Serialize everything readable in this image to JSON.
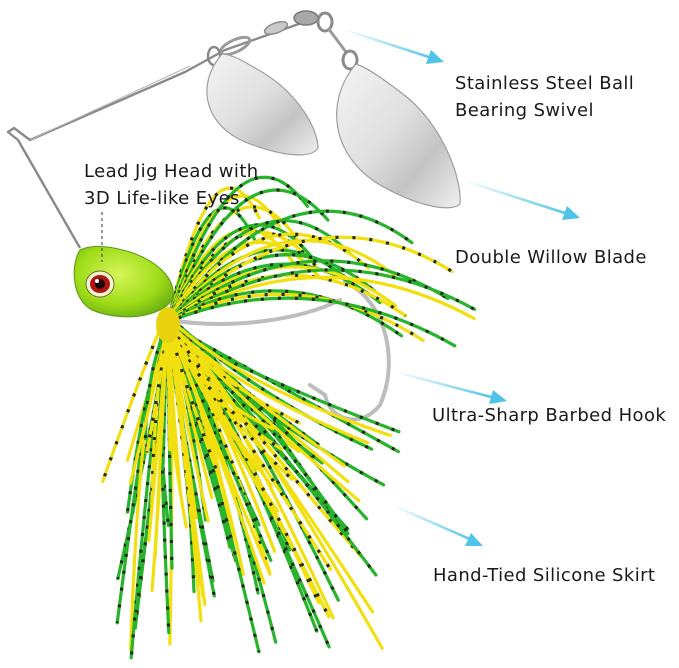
{
  "callouts": {
    "swivel": {
      "line1": "Stainless Steel Ball",
      "line2": "Bearing Swivel"
    },
    "jig_head": {
      "line1": "Lead Jig Head with",
      "line2": "3D Life-like Eyes"
    },
    "blade": {
      "text": "Double Willow Blade"
    },
    "hook": {
      "text": "Ultra-Sharp Barbed Hook"
    },
    "skirt": {
      "text": "Hand-Tied Silicone Skirt"
    }
  },
  "colors": {
    "arrow": "#4fc3e8",
    "skirt_yellow": "#f2df10",
    "skirt_green": "#27b42c",
    "head_green": "#a6e21a",
    "eye_red": "#b01414",
    "blade_silver": "#d9d9d9",
    "wire": "#8a8a8a"
  }
}
